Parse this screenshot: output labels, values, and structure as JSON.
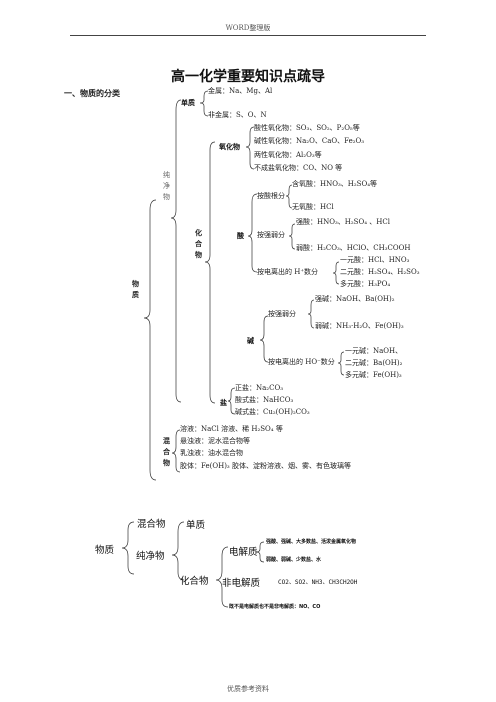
{
  "header": {
    "text": "WORD整理版"
  },
  "title": "高一化学重要知识点疏导",
  "section1": {
    "heading": "一、物质的分类",
    "root": "物质",
    "pure": "纯净物",
    "element_label": "单质",
    "metal": "金属：Na、Mg、Al",
    "nonmetal": "非金属：S、O、N",
    "compound": "化合物",
    "oxide_label": "氧化物",
    "oxides": [
      "酸性氧化物：SO₃、SO₂、P₂O₅等",
      "碱性氧化物：Na₂O、CaO、Fe₂O₃",
      "两性氧化物：Al₂O₃等",
      "不成盐氧化物：CO、NO 等"
    ],
    "acid_label": "酸",
    "acid_root": "按酸根分",
    "acid_root_items": [
      "含氧酸：HNO₃、H₂SO₄等",
      "无氧酸：HCl"
    ],
    "acid_strength": "按强弱分",
    "acid_strength_items": [
      "强酸：HNO₃、H₂SO₄ 、HCl",
      "弱酸：H₂CO₃、HClO、CH₃COOH"
    ],
    "acid_h": "按电离出的 H⁺数分",
    "acid_h_items": [
      "一元酸：HCl、HNO₃",
      "二元酸：H₂SO₄、H₂SO₃",
      "多元酸：H₃PO₄"
    ],
    "base_label": "碱",
    "base_strength": "按强弱分",
    "base_strength_items": [
      "强碱：NaOH、Ba(OH)₂",
      "弱碱：NH₃·H₂O、Fe(OH)₃"
    ],
    "base_oh": "按电离出的 HO⁻数分",
    "base_oh_items": [
      "一元碱：NaOH、",
      "二元碱：Ba(OH)₂",
      "多元碱：Fe(OH)₃"
    ],
    "salt_label": "盐",
    "salts": [
      "正盐：Na₂CO₃",
      "酸式盐：NaHCO₃",
      "碱式盐：Cu₂(OH)₂CO₃"
    ],
    "mixture": "混合物",
    "mixtures": [
      "溶液：NaCl 溶液、稀 H₂SO₄ 等",
      "悬浊液：泥水混合物等",
      "乳浊液：油水混合物",
      "胶体：Fe(OH)₃ 胶体、淀粉溶液、烟、雾、有色玻璃等"
    ]
  },
  "section2": {
    "root": "物质",
    "mixture": "混合物",
    "pure": "纯净物",
    "element": "单质",
    "compound": "化合物",
    "electrolyte": "电解质",
    "strong": "强酸、强碱、大多数盐、活泼金属氧化物",
    "weak": "弱酸、弱碱、少数盐、水",
    "nonelectrolyte": "非电解质",
    "nonelectrolyte_items": "CO2、SO2、NH3、CH3CH2OH",
    "neither": "既不是电解质也不是非电解质：NO、CO"
  },
  "footer": {
    "text": "优质参考资料"
  }
}
